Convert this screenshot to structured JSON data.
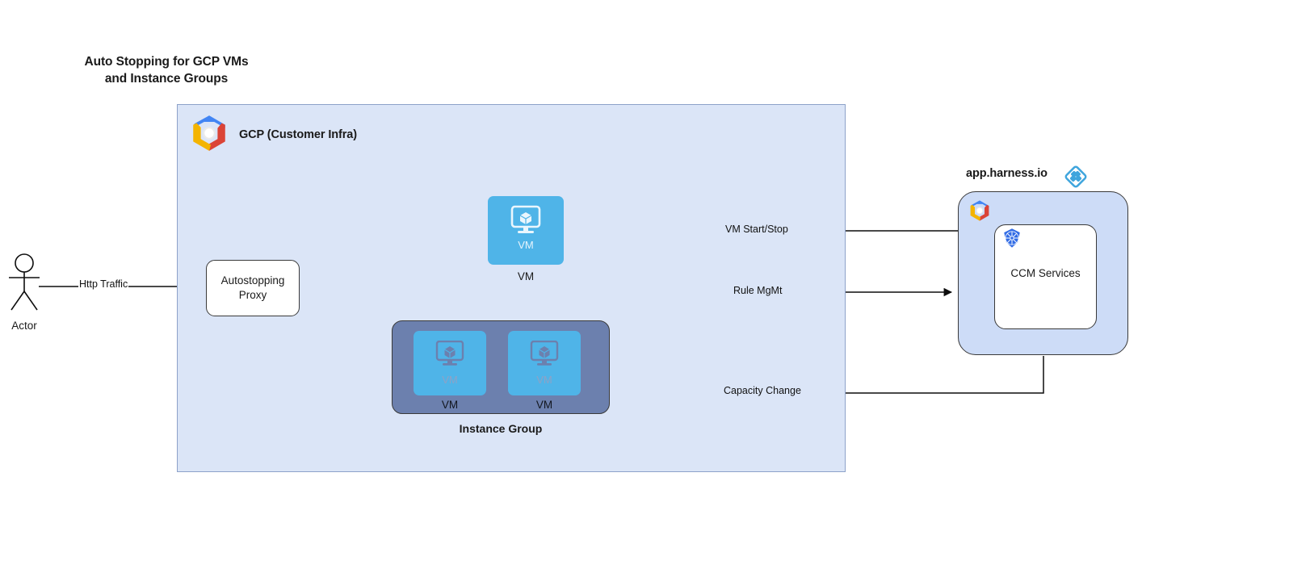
{
  "diagram": {
    "title": "Auto Stopping for GCP VMs\nand Instance Groups",
    "type": "architecture-diagram"
  },
  "actor": {
    "label": "Actor",
    "icon": "stick-figure-actor-icon"
  },
  "gcp_container": {
    "label": "GCP (Customer Infra)",
    "icon": "gcp-logo-icon",
    "fill": "#dbe5f7",
    "border": "#8da2c9"
  },
  "proxy": {
    "label": "Autostopping\nProxy"
  },
  "vm_standalone": {
    "inner_label": "VM",
    "caption": "VM",
    "icon": "vm-monitor-cube-icon",
    "fill": "#4fb4e8"
  },
  "instance_group": {
    "caption": "Instance Group",
    "fill": "#6c80ae",
    "vms": [
      {
        "inner_label": "VM",
        "caption": "VM",
        "icon": "vm-monitor-cube-icon"
      },
      {
        "inner_label": "VM",
        "caption": "VM",
        "icon": "vm-monitor-cube-icon"
      }
    ]
  },
  "harness": {
    "title": "app.harness.io",
    "logo_icon": "harness-diamond-logo-icon",
    "gcp_icon": "gcp-logo-icon",
    "service": {
      "label": "CCM Services",
      "icon": "kubernetes-helm-icon"
    },
    "accent": "#3fa5dd",
    "fill": "#cddcf7"
  },
  "edges": [
    {
      "id": "http-traffic",
      "label": "Http Traffic",
      "from": "actor",
      "to": "proxy"
    },
    {
      "id": "vm-start-stop",
      "label": "VM Start/Stop",
      "from": "ccm-services",
      "to": "vm-standalone"
    },
    {
      "id": "rule-mgmt",
      "label": "Rule MgMt",
      "from": "ccm-services",
      "to": "proxy"
    },
    {
      "id": "capacity-change",
      "label": "Capacity Change",
      "from": "ccm-services",
      "to": "instance-group"
    }
  ]
}
